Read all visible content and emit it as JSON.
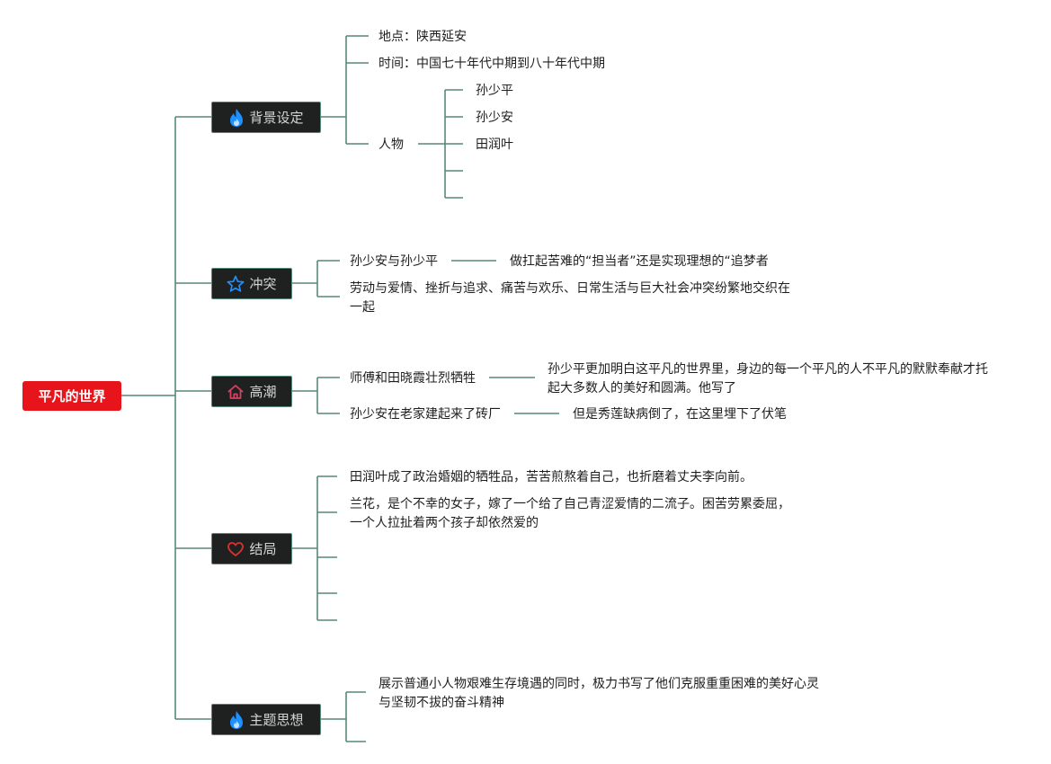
{
  "root": {
    "label": "平凡的世界"
  },
  "colors": {
    "root_bg": "#e8141b",
    "node_bg": "#1f2121",
    "node_border": "#56887c",
    "line": "#56887c"
  },
  "branches": {
    "background": {
      "label": "背景设定",
      "icon": "fire-icon",
      "icon_color": "#1e90ff",
      "place": "地点：陕西延安",
      "time": "时间：中国七十年代中期到八十年代中期",
      "people_label": "人物",
      "people": [
        "孙少平",
        "孙少安",
        "田润叶"
      ]
    },
    "conflict": {
      "label": "冲突",
      "icon": "star-icon",
      "icon_color": "#1e90ff",
      "item1": "孙少安与孙少平",
      "item1_detail": "做扛起苦难的“担当者”还是实现理想的“追梦者",
      "item2": "劳动与爱情、挫折与追求、痛苦与欢乐、日常生活与巨大社会冲突纷繁地交织在一起"
    },
    "climax": {
      "label": "高潮",
      "icon": "house-icon",
      "icon_color": "#d94060",
      "item1": "师傅和田晓霞壮烈牺牲",
      "item1_detail": "孙少平更加明白这平凡的世界里，身边的每一个平凡的人不平凡的默默奉献才托起大多数人的美好和圆满。他写了",
      "item2": "孙少安在老家建起来了砖厂",
      "item2_detail": "但是秀莲缺病倒了，在这里埋下了伏笔"
    },
    "ending": {
      "label": "结局",
      "icon": "heart-icon",
      "icon_color": "#d9332f",
      "item1": "田润叶成了政治婚姻的牺牲品，苦苦煎熬着自己，也折磨着丈夫李向前。",
      "item2": "兰花，是个不幸的女子，嫁了一个给了自己青涩爱情的二流子。困苦劳累委屈，一个人拉扯着两个孩子却依然爱的"
    },
    "theme": {
      "label": "主题思想",
      "icon": "fire-icon",
      "icon_color": "#1e90ff",
      "item1": "展示普通小人物艰难生存境遇的同时，极力书写了他们克服重重困难的美好心灵与坚韧不拔的奋斗精神"
    }
  }
}
